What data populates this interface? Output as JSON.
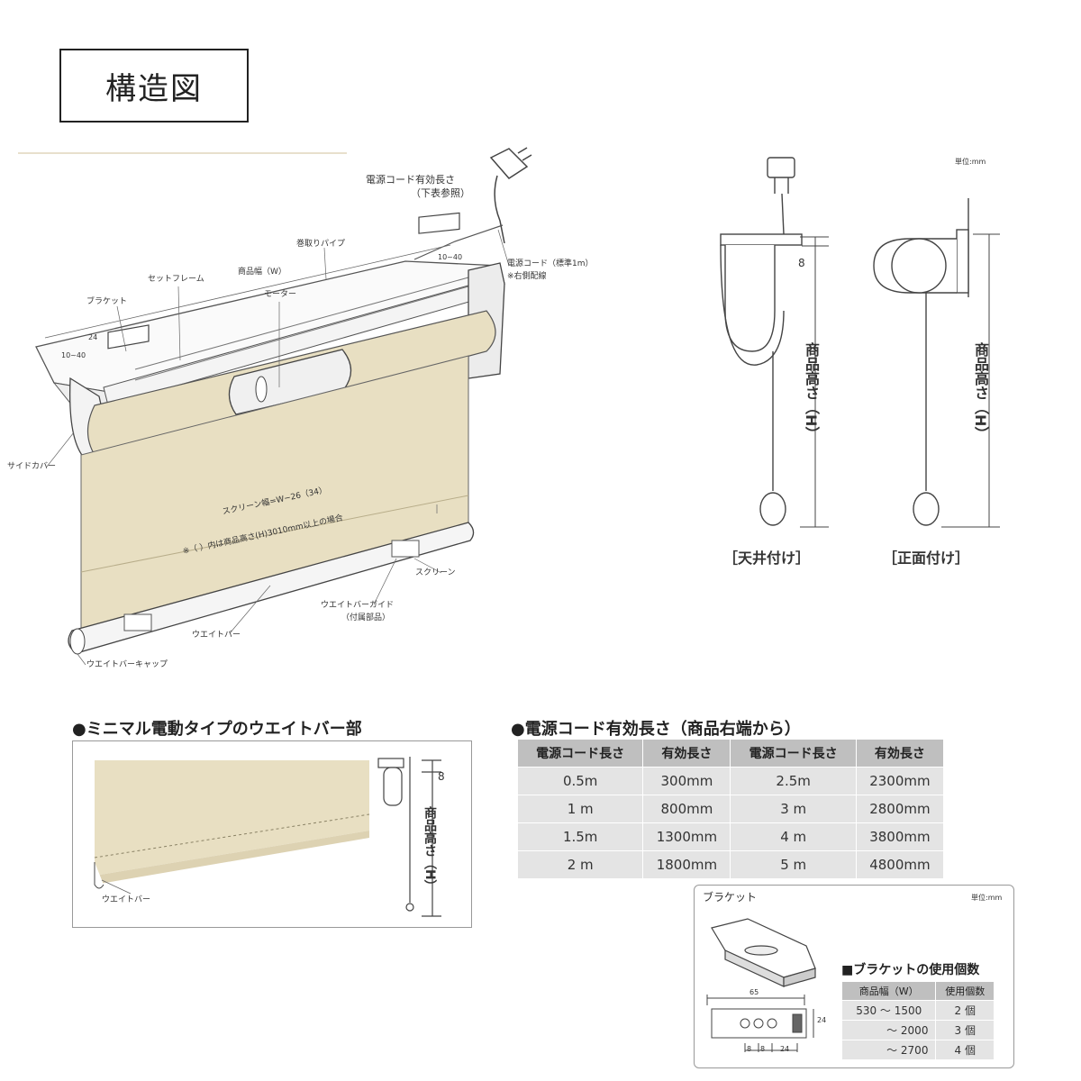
{
  "title": "構造図",
  "unit_label": "単位:mm",
  "main_diagram": {
    "labels": {
      "power_cord_length": "電源コード有効長さ",
      "see_table": "（下表参照）",
      "roll_pipe": "巻取りパイプ",
      "power_cord_std": "電源コード（標準1m）",
      "right_wiring": "※右側配線",
      "set_frame": "セットフレーム",
      "product_width": "商品幅（W）",
      "bracket": "ブラケット",
      "motor": "モーター",
      "side_cover": "サイドカバー",
      "screen_width": "スクリーン幅=W−26（34）",
      "note": "※（ ）内は商品高さ(H)3010mm以上の場合",
      "screen": "スクリーン",
      "weight_bar_guide": "ウエイトバーガイド",
      "accessory": "（付属部品）",
      "weight_bar": "ウエイトバー",
      "weight_bar_cap": "ウエイトバーキャップ",
      "dim_24": "24",
      "dim_10_40_left": "10~40",
      "dim_10_40_right": "10~40"
    }
  },
  "side_views": {
    "ceiling_caption": "［天井付け］",
    "front_caption": "［正面付け］",
    "height_label": "商品高さ（H）",
    "dim_8": "8"
  },
  "weight_bar_section": {
    "title": "●ミニマル電動タイプのウエイトバー部",
    "weight_bar_label": "ウエイトバー",
    "height_label": "商品高さ（H）",
    "dim_8": "8"
  },
  "power_cord_table": {
    "title": "●電源コード有効長さ（商品右端から）",
    "headers": [
      "電源コード長さ",
      "有効長さ",
      "電源コード長さ",
      "有効長さ"
    ],
    "rows": [
      [
        "0.5m",
        "300mm",
        "2.5m",
        "2300mm"
      ],
      [
        "1 m",
        "800mm",
        "3 m",
        "2800mm"
      ],
      [
        "1.5m",
        "1300mm",
        "4 m",
        "3800mm"
      ],
      [
        "2 m",
        "1800mm",
        "5 m",
        "4800mm"
      ]
    ]
  },
  "bracket_box": {
    "title": "ブラケット",
    "unit": "単位:mm",
    "dim_65": "65",
    "dim_24_side": "24",
    "dim_8a": "8",
    "dim_8b": "8",
    "dim_24_bottom": "24",
    "qty_title": "■ブラケットの使用個数",
    "qty_headers": [
      "商品幅（W）",
      "使用個数"
    ],
    "qty_rows": [
      [
        "530 ～ 1500",
        "2 個"
      ],
      [
        "～ 2000",
        "3 個"
      ],
      [
        "～ 2700",
        "4 個"
      ]
    ]
  },
  "colors": {
    "fabric": "#e8dfc2",
    "fabric_dark": "#d8cba4",
    "table_header": "#bfbfbf",
    "table_cell": "#e4e4e4"
  }
}
